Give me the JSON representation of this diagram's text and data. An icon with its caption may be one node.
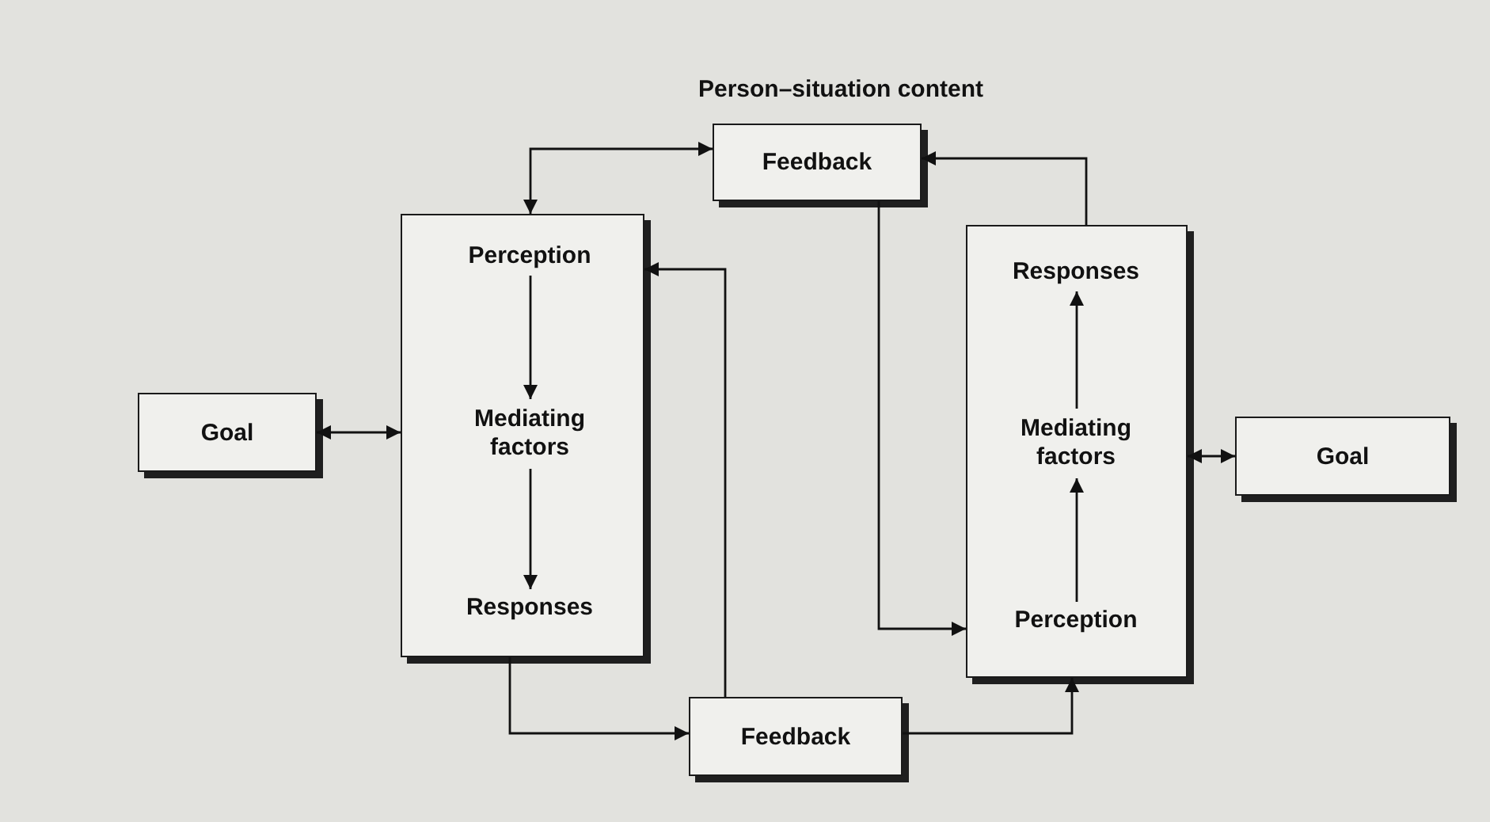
{
  "diagram": {
    "title": "Person–situation content",
    "nodes": [
      {
        "text": [
          "Goal"
        ]
      },
      {
        "text": [],
        "shape": "box"
      },
      {
        "text": [
          "Perception"
        ],
        "in": 1
      },
      {
        "text": [
          "Mediating factors"
        ],
        "in": 1
      },
      {
        "text": [
          "Responses"
        ],
        "in": 1
      },
      {
        "text": [
          "Feedback"
        ]
      },
      {
        "text": [
          "Feedback"
        ]
      },
      {
        "text": [],
        "shape": "box"
      },
      {
        "text": [
          "Responses"
        ],
        "in": 7
      },
      {
        "text": [
          "Mediating factors"
        ],
        "in": 7
      },
      {
        "text": [
          "Perception"
        ],
        "in": 7
      },
      {
        "text": [
          "Goal"
        ]
      }
    ],
    "edges": [
      {
        "from": 0,
        "to": 1,
        "arrow": "both"
      },
      {
        "from": 5,
        "to": 1,
        "arrow": "both"
      },
      {
        "from": 2,
        "to": 3,
        "arrow": "to"
      },
      {
        "from": 3,
        "to": 4,
        "arrow": "to"
      },
      {
        "from": 1,
        "to": 6,
        "arrow": "to"
      },
      {
        "from": 6,
        "to": 1,
        "arrow": "to"
      },
      {
        "from": 6,
        "to": 7,
        "arrow": "to"
      },
      {
        "from": 5,
        "to": 7,
        "arrow": "to"
      },
      {
        "from": 7,
        "to": 5,
        "arrow": "to"
      },
      {
        "from": 10,
        "to": 9,
        "arrow": "to"
      },
      {
        "from": 9,
        "to": 8,
        "arrow": "to"
      },
      {
        "from": 7,
        "to": 11,
        "arrow": "both"
      }
    ]
  }
}
